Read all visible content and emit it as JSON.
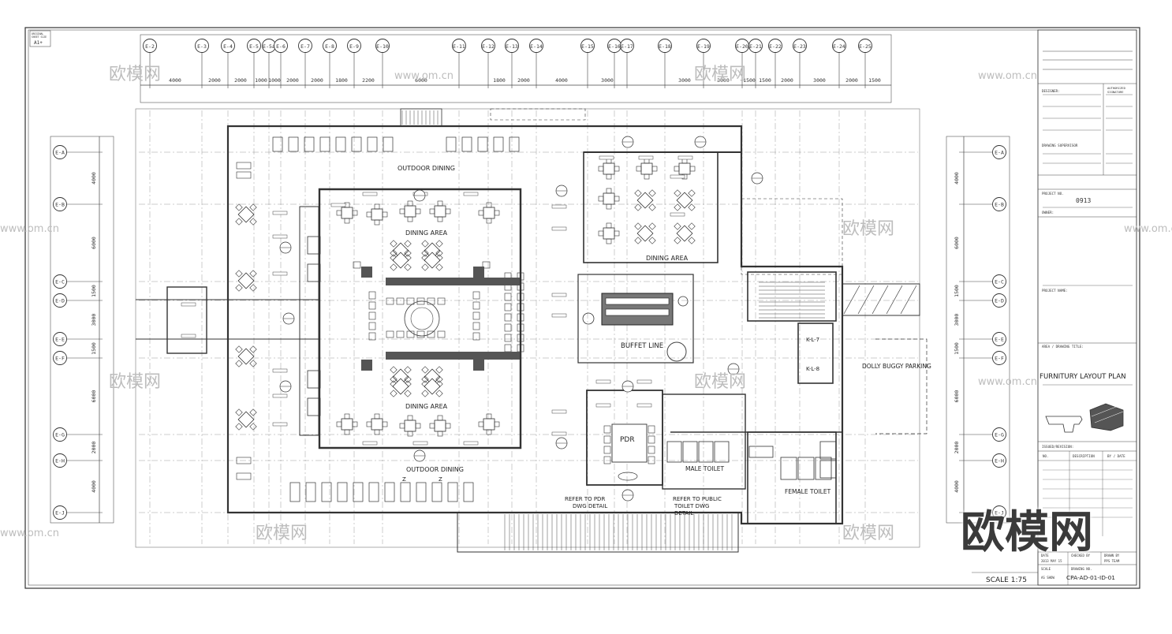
{
  "sheet_tag": {
    "line1": "ORIGINAL",
    "line2": "SHEET SIZE",
    "size": "A1+"
  },
  "grid_top": {
    "labels": [
      "E-2",
      "E-3",
      "E-4",
      "E-5",
      "E-5a",
      "E-6",
      "E-7",
      "E-8",
      "E-9",
      "E-10",
      "E-11",
      "E-12",
      "E-13",
      "E-14",
      "E-15",
      "E-16",
      "E-17",
      "E-18",
      "E-19",
      "E-20",
      "E-21",
      "E-22",
      "E-23",
      "E-24",
      "E-25"
    ],
    "dims": [
      "4000",
      "2000",
      "2000",
      "1000",
      "1000",
      "2000",
      "2000",
      "1800",
      "2200",
      "6000",
      "1800",
      "2000",
      "4000",
      "3000",
      "3000",
      "3000",
      "1500",
      "1500",
      "2000",
      "3000",
      "2000",
      "1500"
    ]
  },
  "grid_side": {
    "labels": [
      "E-A",
      "E-B",
      "E-C",
      "E-D",
      "E-E",
      "E-F",
      "E-G",
      "E-H",
      "E-J"
    ],
    "dims": [
      "4000",
      "6000",
      "1500",
      "3000",
      "1500",
      "6000",
      "2000",
      "4000"
    ]
  },
  "rooms": {
    "outdoor_top": "OUTDOOR DINING",
    "outdoor_bottom": "OUTDOOR DINING",
    "dining_1": "DINING AREA",
    "dining_2": "DINING AREA",
    "dining_3": "DINING AREA",
    "buffet": "BUFFET LINE",
    "pdr": "PDR",
    "male_toilet": "MALE TOILET",
    "female_toilet": "FEMALE TOILET",
    "lift_1": "K-L-7",
    "lift_2": "K-L-8",
    "parking": "DOLLY BUGGY PARKING",
    "refer_pdr_1": "REFER TO PDR",
    "refer_pdr_2": "DWG DETAIL",
    "refer_toilet_1": "REFER TO PUBLIC",
    "refer_toilet_2": "TOILET DWG",
    "refer_toilet_3": "DETAIL",
    "z1": "Z",
    "z2": "Z"
  },
  "scale_text": "SCALE 1:75",
  "title_block": {
    "designer": "DESIGNER:",
    "authorized": "AUTHORIZED",
    "authorized2": "SIGNATURE",
    "drawing_supervisor": "DRAWING SUPERVISOR",
    "project_no_label": "PROJECT NO.",
    "project_no": "0913",
    "owner": "OWNER:",
    "project_name": "PROJECT NAME:",
    "area_title": "AREA / DRAWING TITLE:",
    "drawing_title": "FURNITURY LAYOUT PLAN",
    "issued": "ISSUED/REVISION:",
    "col_no": "NO.",
    "col_desc": "DESCRIPTION",
    "col_by": "BY / DATE",
    "date_label": "DATE",
    "date": "2013 MAY 15",
    "checked": "CHECKED BY",
    "drawn": "DRAWN BY",
    "drawn_team": "PPS TEAM",
    "scale_label": "SCALE",
    "scale_val": "AS SHOW",
    "drawing_no_label": "DRAWING NO.",
    "drawing_no": "CPA-AD-01-ID-01"
  },
  "watermarks": {
    "cn": "欧模网",
    "url": "www.om.cn"
  }
}
